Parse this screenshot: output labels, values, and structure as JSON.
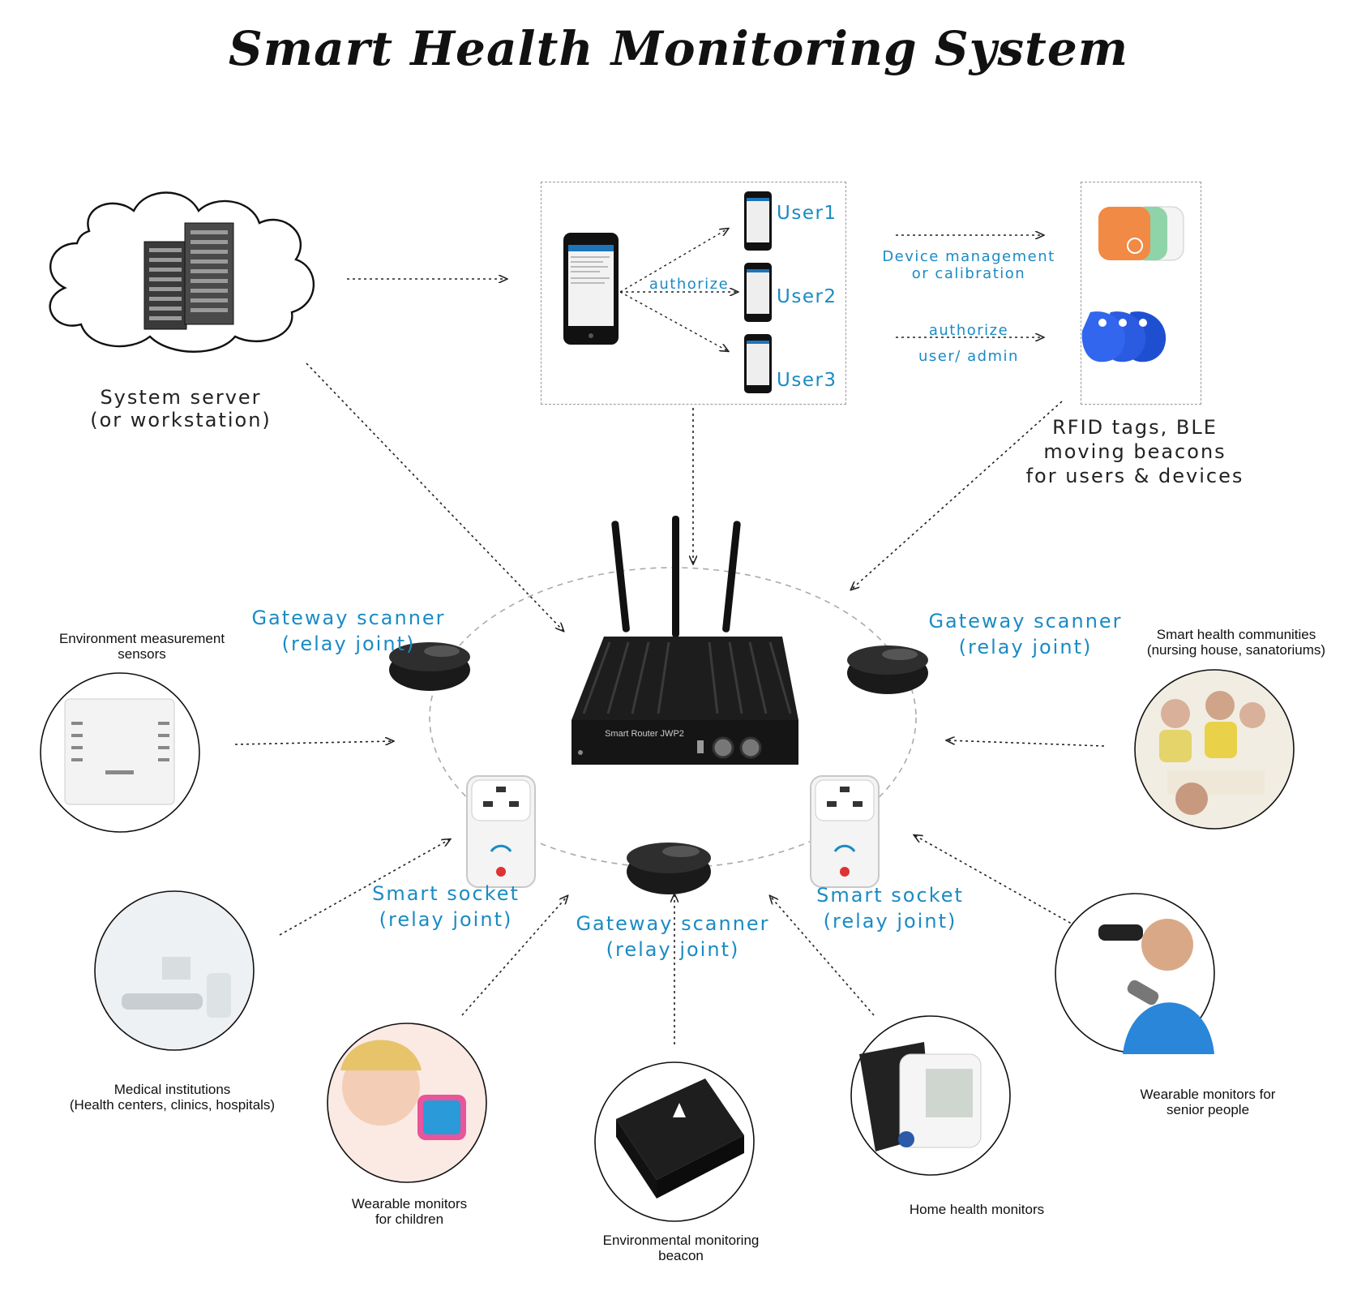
{
  "title": "Smart Health Monitoring System",
  "server": {
    "label": "System server\n(or workstation)",
    "icon": "server-rack-icon"
  },
  "user_box": {
    "authorize_label": "authorize",
    "users": [
      "User1",
      "User2",
      "User3"
    ]
  },
  "device_management_label": "Device management\nor calibration",
  "authorize_admin_label": "authorize\nuser/ admin",
  "tags_label": "RFID tags, BLE\nmoving beacons\nfor users & devices",
  "router_label": "Smart Router JWP2",
  "gateways": [
    "Gateway scanner\n(relay joint)",
    "Gateway scanner\n(relay joint)",
    "Gateway scanner\n(relay joint)"
  ],
  "sockets": [
    "Smart socket\n(relay joint)",
    "Smart socket\n(relay joint)"
  ],
  "peripherals": {
    "env_sensors": "Environment measurement\nsensors",
    "medical": "Medical institutions\n(Health centers, clinics, hospitals)",
    "children": "Wearable monitors\nfor children",
    "env_beacon": "Environmental monitoring\nbeacon",
    "home": "Home health monitors",
    "senior": "Wearable monitors for\nsenior people",
    "communities": "Smart health communities\n(nursing house, sanatoriums)"
  },
  "colors": {
    "accent_blue": "#1a8bc4",
    "tag_orange": "#f08a45",
    "tag_green": "#8fd4a9",
    "fob_blue": "#1f4fd1"
  }
}
